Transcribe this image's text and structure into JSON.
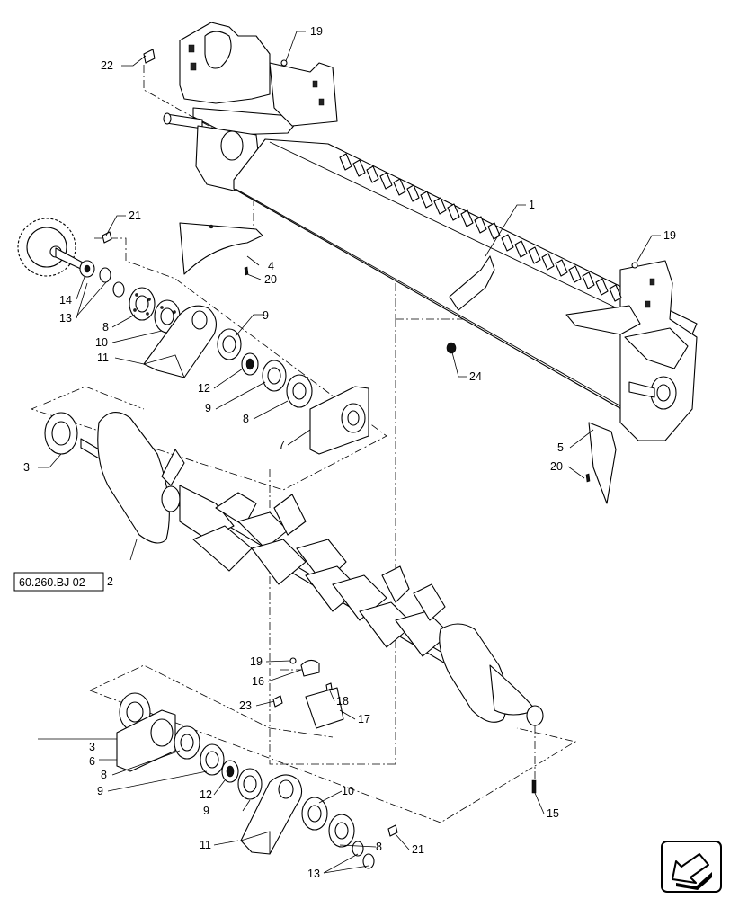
{
  "reference_box": "60.260.BJ 02",
  "callouts": {
    "c1": "1",
    "c2": "2",
    "c3a": "3",
    "c3b": "3",
    "c4": "4",
    "c5": "5",
    "c6": "6",
    "c7": "7",
    "c8a": "8",
    "c8b": "8",
    "c8c": "8",
    "c8d": "8",
    "c9a": "9",
    "c9b": "9",
    "c9c": "9",
    "c9d": "9",
    "c10a": "10",
    "c10b": "10",
    "c11a": "11",
    "c11b": "11",
    "c12a": "12",
    "c12b": "12",
    "c13a": "13",
    "c13b": "13",
    "c14": "14",
    "c15": "15",
    "c16": "16",
    "c17": "17",
    "c18": "18",
    "c19a": "19",
    "c19b": "19",
    "c19c": "19",
    "c20a": "20",
    "c20b": "20",
    "c21a": "21",
    "c21b": "21",
    "c22": "22",
    "c23": "23",
    "c24": "24"
  },
  "icons": {
    "navigation": "arrow-icon"
  }
}
